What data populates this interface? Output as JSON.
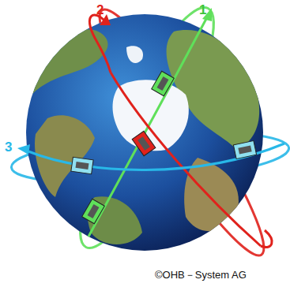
{
  "diagram": {
    "labels": [
      "2",
      "1",
      "3",
      "©OHB－System AG"
    ]
  }
}
